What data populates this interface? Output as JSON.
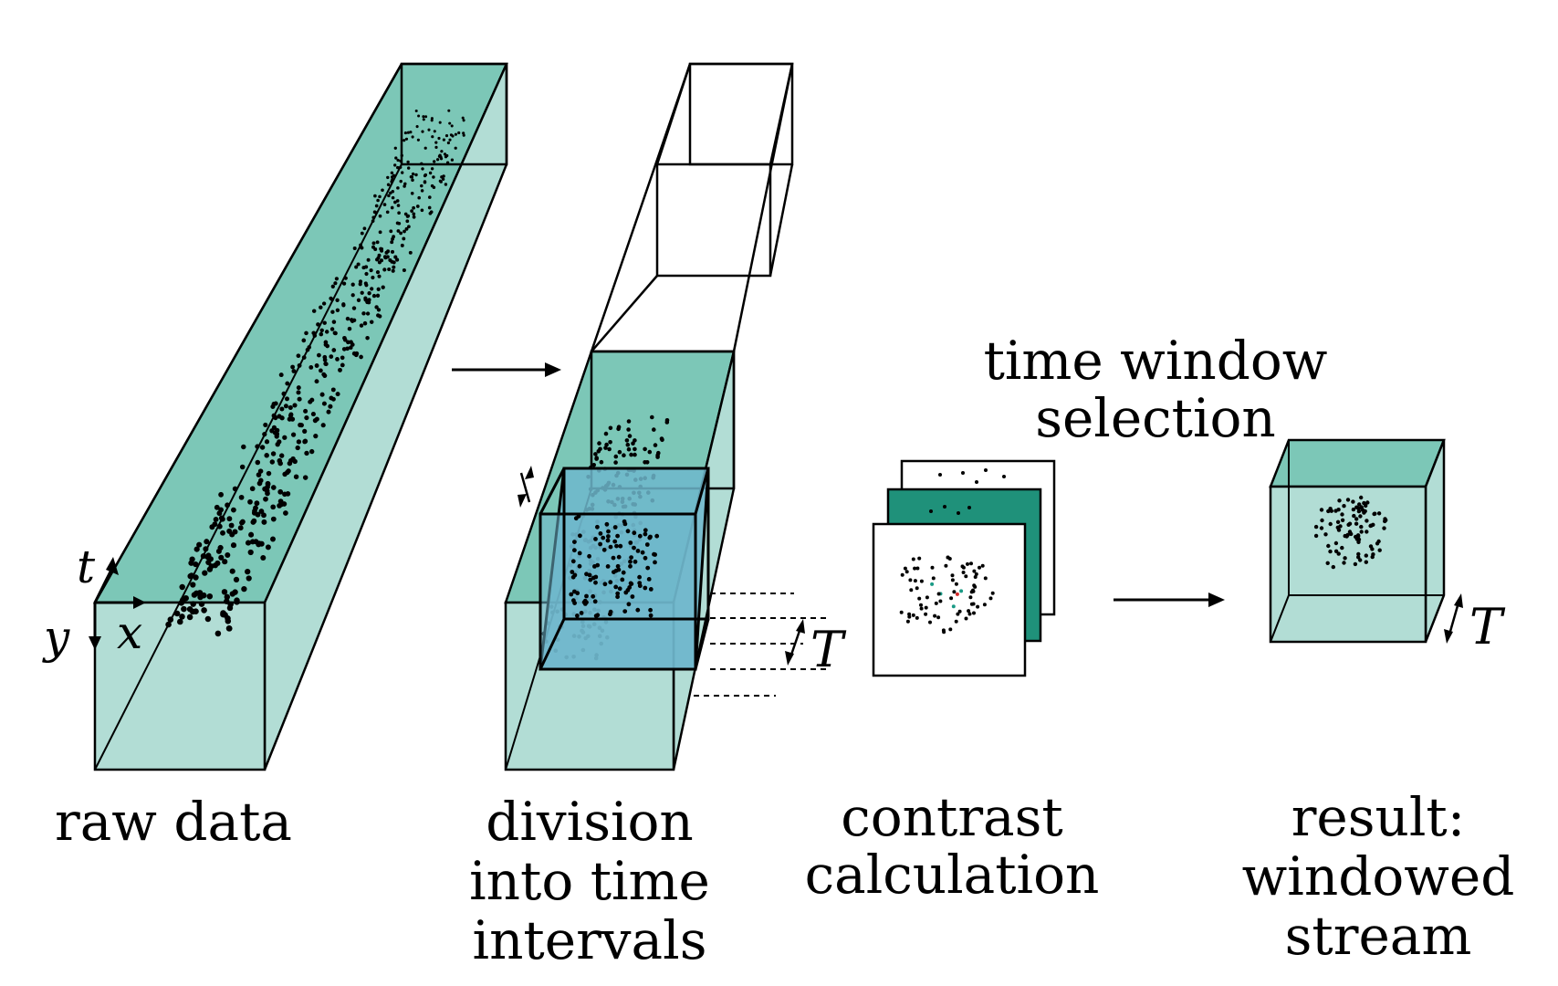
{
  "colors": {
    "teal_dark": "#7cc7b7",
    "teal_light": "#b2ddd5",
    "blue_window": "#6fb7cc",
    "frame_green": "#1f917a",
    "stroke": "#000000",
    "dot": "#000000",
    "dot_red": "#d42a2a",
    "dot_teal": "#1a9a85"
  },
  "labels": {
    "raw_data": [
      "raw data"
    ],
    "division": [
      "division",
      "into time",
      "intervals"
    ],
    "contrast": [
      "contrast",
      "calculation"
    ],
    "time_window": [
      "time window",
      "selection"
    ],
    "result": [
      "result:",
      "windowed",
      "stream"
    ]
  },
  "axes": {
    "t": "t",
    "x": "x",
    "y": "y"
  },
  "interval_symbol": "T",
  "result_symbol": "T"
}
